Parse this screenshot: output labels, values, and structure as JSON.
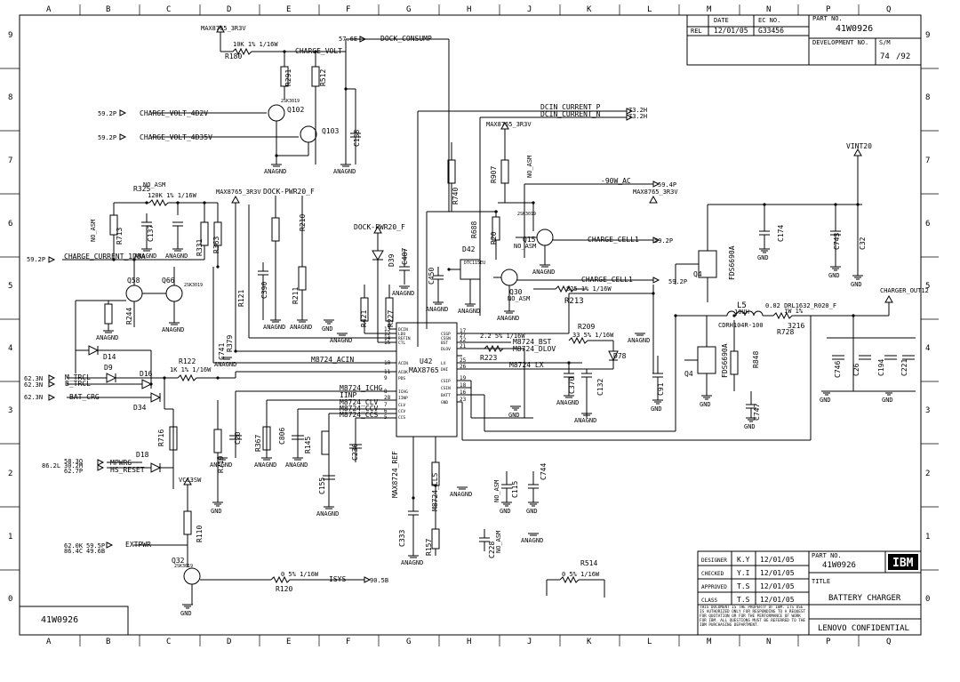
{
  "grid": {
    "columns": [
      "A",
      "B",
      "C",
      "D",
      "E",
      "F",
      "G",
      "H",
      "J",
      "K",
      "L",
      "M",
      "N",
      "P",
      "Q"
    ],
    "rows": [
      "9",
      "8",
      "7",
      "6",
      "5",
      "4",
      "3",
      "2",
      "1",
      "0"
    ]
  },
  "header": {
    "rel_label": "REL",
    "date_label": "DATE",
    "ec_label": "EC NO.",
    "date": "12/01/05",
    "ec_no": "G33456",
    "part_no_label": "PART NO.",
    "part_no": "41W0926",
    "dev_label": "DEVELOPMENT NO.",
    "sheet_label": "S/M",
    "sheet": "74",
    "of": "/92"
  },
  "title_block": {
    "rows": [
      {
        "role": "DESIGNER",
        "initials": "K.Y",
        "date": "12/01/05"
      },
      {
        "role": "CHECKED",
        "initials": "Y.I",
        "date": "12/01/05"
      },
      {
        "role": "APPROVED",
        "initials": "T.S",
        "date": "12/01/05"
      },
      {
        "role": "CLASS",
        "initials": "T.S",
        "date": "12/01/05"
      }
    ],
    "part_no_label": "PART NO.",
    "part_no": "41W0926",
    "title_label": "TITLE",
    "title": "BATTERY CHARGER",
    "confidential": "LENOVO CONFIDENTIAL",
    "logo": "IBM",
    "disclaimer": "THIS DOCUMENT IS THE PROPERTY OF IBM. ITS USE IS AUTHORIZED ONLY FOR RESPONDING TO A REQUEST FOR QUOTATION OR FOR THE PERFORMANCE OF WORK FOR IBM. ALL QUESTIONS MUST BE REFERRED TO THE IBM PURCHASING DEPARTMENT."
  },
  "bottom_part": "41W0926",
  "ic": {
    "ref": "U42",
    "value": "MAX8765",
    "pins_left": [
      {
        "num": "13",
        "name": "DCIN"
      },
      {
        "num": "12",
        "name": "LDO"
      },
      {
        "num": "14",
        "name": "REFIN"
      },
      {
        "num": "15",
        "name": "CTL"
      },
      {
        "num": "10",
        "name": "ACIN"
      },
      {
        "num": "11",
        "name": "ACOK"
      },
      {
        "num": "9",
        "name": "PDS"
      },
      {
        "num": "8",
        "name": "ICHG"
      },
      {
        "num": "28",
        "name": "IINP"
      },
      {
        "num": "7",
        "name": "CLV"
      },
      {
        "num": "6",
        "name": "CCV"
      },
      {
        "num": "5",
        "name": "CCS"
      }
    ],
    "pins_right": [
      {
        "num": "17",
        "name": "CSSP"
      },
      {
        "num": "27",
        "name": "CSSN"
      },
      {
        "num": "22",
        "name": "BST"
      },
      {
        "num": "21",
        "name": "DLOV"
      },
      {
        "num": "25",
        "name": "LX"
      },
      {
        "num": "26",
        "name": "DHI"
      },
      {
        "num": "19",
        "name": "CSIP"
      },
      {
        "num": "18",
        "name": "CSIN"
      },
      {
        "num": "16",
        "name": "BATT"
      },
      {
        "num": "23",
        "name": "GND"
      }
    ]
  },
  "nets": {
    "max8765_3r3v_a": "MAX8765_3R3V",
    "charge_volt": "CHARGE_VOLT",
    "dock_consump": "DOCK_CONSUMP",
    "dock_consump_ref": "57.6E",
    "charge_volt_4d2v": "CHARGE_VOLT_4D2V",
    "charge_volt_4d35v": "CHARGE_VOLT_4D35V",
    "ref_59_2p_a": "59.2P",
    "ref_59_2p_b": "59.2P",
    "dcin_current_p": "DCIN_CURRENT_P",
    "dcin_current_n": "DCIN_CURRENT_N",
    "ref_73_2h_a": "73.2H",
    "ref_73_2h_b": "73.2H",
    "max8765_3r3v_b": "MAX8765_3R3V",
    "max8765_3r3v_c": "MAX8765_3R3V",
    "max8765_3r3v_d": "MAX8765_3R3V",
    "no_asm_1": "NO_ASM",
    "no_asm_2": "NO_ASM",
    "no_asm_3": "NO_ASM",
    "no_asm_4": "NO_ASM",
    "no_asm_5": "NO_ASM",
    "no_asm_6": "NO_ASM",
    "no_asm_7": "NO_ASM",
    "dock_pwr20_f": "DOCK-PWR20_F",
    "dock_pwr20_f_b": "DOCK-PWR20_F",
    "charge_current_1d8a": "CHARGE_CURRENT_1D8A",
    "ref_59_2p_c": "59.2P",
    "neg90w_ac": "-90W_AC",
    "ref_59_4p": "59.4P",
    "charge_cell1": "CHARGE_CELL1",
    "charge_cell1_b": "CHARGE_CELL1",
    "ref_59_2p_d": "59.2P",
    "ref_59_2p_e": "59.2P",
    "vint20": "VINT20",
    "charger_out12": "CHARGER_OUT12",
    "m8724_acin": "M8724_ACIN",
    "m8724_bst": "M8724_BST",
    "m8724_dlov": "M8724_DLOV",
    "m8724_lx": "M8724_LX",
    "m8724_ichg": "M8724_ICHG",
    "iinp": "IINP",
    "m8724_clv": "M8724_CLV",
    "m8724_ccv": "M8724_CCV",
    "m8724_ccs": "M8724_CCS",
    "m8724_ref": "MAX8724_REF",
    "m8724_cls": "M8724_CLS",
    "m_trcl": "M_TRCL",
    "b_trcl": "B_TRCL",
    "bat_crg": "BAT_CRG",
    "ref_62_3n_a": "62.3N",
    "ref_62_3n_b": "62.3N",
    "ref_62_3n_c": "62.3N",
    "mpwrg": "MPWRG",
    "hs_reset": "HS_RESET",
    "ref_58_3q": "58.3Q",
    "ref_86_2l": "86.2L",
    "ref_30_2m": "30.2M",
    "ref_62_7p": "62.7P",
    "vcc3sw": "VCC3SW",
    "extpwr": "EXTPWR",
    "ref_62_0k": "62.0K",
    "ref_59_5p": "59.5P",
    "ref_86_4c": "86.4C",
    "ref_49_6b": "49.6B",
    "isys": "ISYS",
    "ref_90_5b": "90.5B",
    "anagnd": "ANAGND",
    "gnd": "GND"
  },
  "components": {
    "R180": "R180",
    "R291": "R291",
    "R512": "R512",
    "Q102": "Q102",
    "Q103": "Q103",
    "C138": "C138",
    "R325": "R325",
    "R713": "R713",
    "C137": "C137",
    "R331": "R331",
    "R363": "R363",
    "Q58": "Q58",
    "Q66": "Q66",
    "R244": "R244",
    "D14": "D14",
    "D9": "D9",
    "D16": "D16",
    "D34": "D34",
    "R122": "R122",
    "R716": "R716",
    "D18": "D18",
    "R719": "R719",
    "R110": "R110",
    "Q32": "Q32",
    "R120": "R120",
    "C390": "C390",
    "R210": "R210",
    "R211": "R211",
    "D39": "D39",
    "C487": "C487",
    "R227": "R227",
    "R740": "R740",
    "R907": "R907",
    "D42": "D42",
    "C450": "C450",
    "R688": "R688",
    "R20": "R20",
    "Q15": "Q15",
    "Q30": "Q30",
    "R213": "R213",
    "R209": "R209",
    "R223": "R223",
    "D78": "D78",
    "C132": "C132",
    "C370": "C370",
    "C91": "C91",
    "Q4a": "Q4",
    "Q4b": "Q4",
    "L5": "L5",
    "R728": "R728",
    "R848": "R848",
    "C747": "C747",
    "C174": "C174",
    "C743": "C743",
    "C32": "C32",
    "C746": "C746",
    "C26": "C26",
    "C194": "C194",
    "C221": "C221",
    "C155": "C155",
    "C236": "C236",
    "R145": "R145",
    "C806": "C806",
    "R367": "R367",
    "C20": "C20",
    "C333": "C333",
    "R157": "R157",
    "C228": "C228",
    "C115": "C115",
    "C744": "C744",
    "R514": "R514",
    "R379": "R379",
    "R421": "R421",
    "R121": "R121",
    "C741": "C741"
  },
  "values": {
    "r180": "10K 1% 1/16W",
    "r325": "120K 1% 1/16W",
    "r122": "1K 1% 1/16W",
    "r120": "0 5% 1/16W",
    "r514": "0 5% 1/16W",
    "r213": "825 1% 1/16W",
    "r209": "33 5% 1/16W",
    "r223": "2.2 5% 1/16W",
    "l5": "10UH",
    "l5_part": "CDRH104R-100",
    "r728": "0.02 DRL1632_R020_F",
    "r728_pwr": "1W 1%",
    "l5_code": "3216",
    "q4": "FDS6690A",
    "q4b": "FDS6690A",
    "q_part": "2SK3019",
    "q_part2": "2SK3019",
    "q_part3": "2SK3019",
    "q_part4": "2SK3019",
    "d42_part": "DTC115EU"
  }
}
